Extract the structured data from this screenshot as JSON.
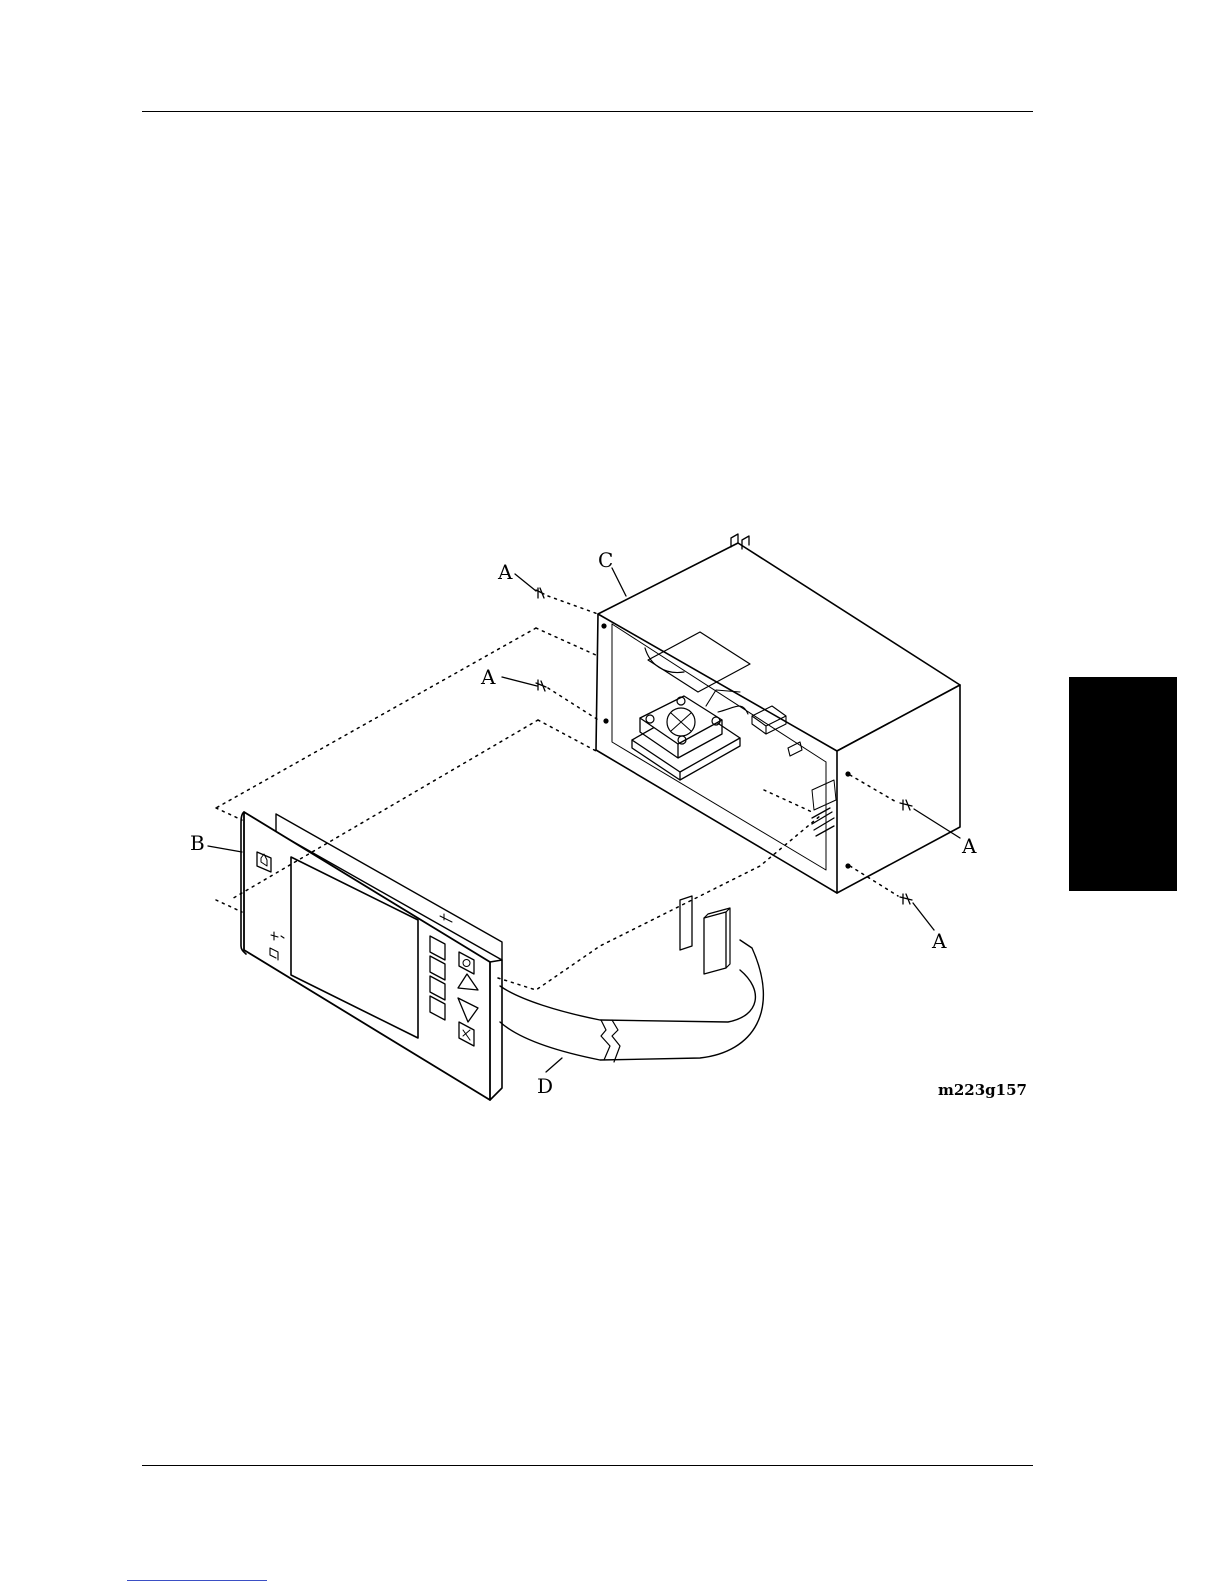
{
  "figure": {
    "callouts": {
      "a1": "A",
      "a2": "A",
      "a3": "A",
      "a4": "A",
      "b": "B",
      "c": "C",
      "d": "D"
    },
    "figure_id": "m223g157"
  },
  "colors": {
    "ink": "#000000",
    "paper": "#ffffff",
    "section_tab": "#000000",
    "link_underline": "#3b4fc4"
  },
  "icons": [
    "screw-icon",
    "fan-icon",
    "ribbon-cable-icon",
    "keypad-button-icon",
    "up-arrow-icon",
    "down-arrow-icon"
  ]
}
